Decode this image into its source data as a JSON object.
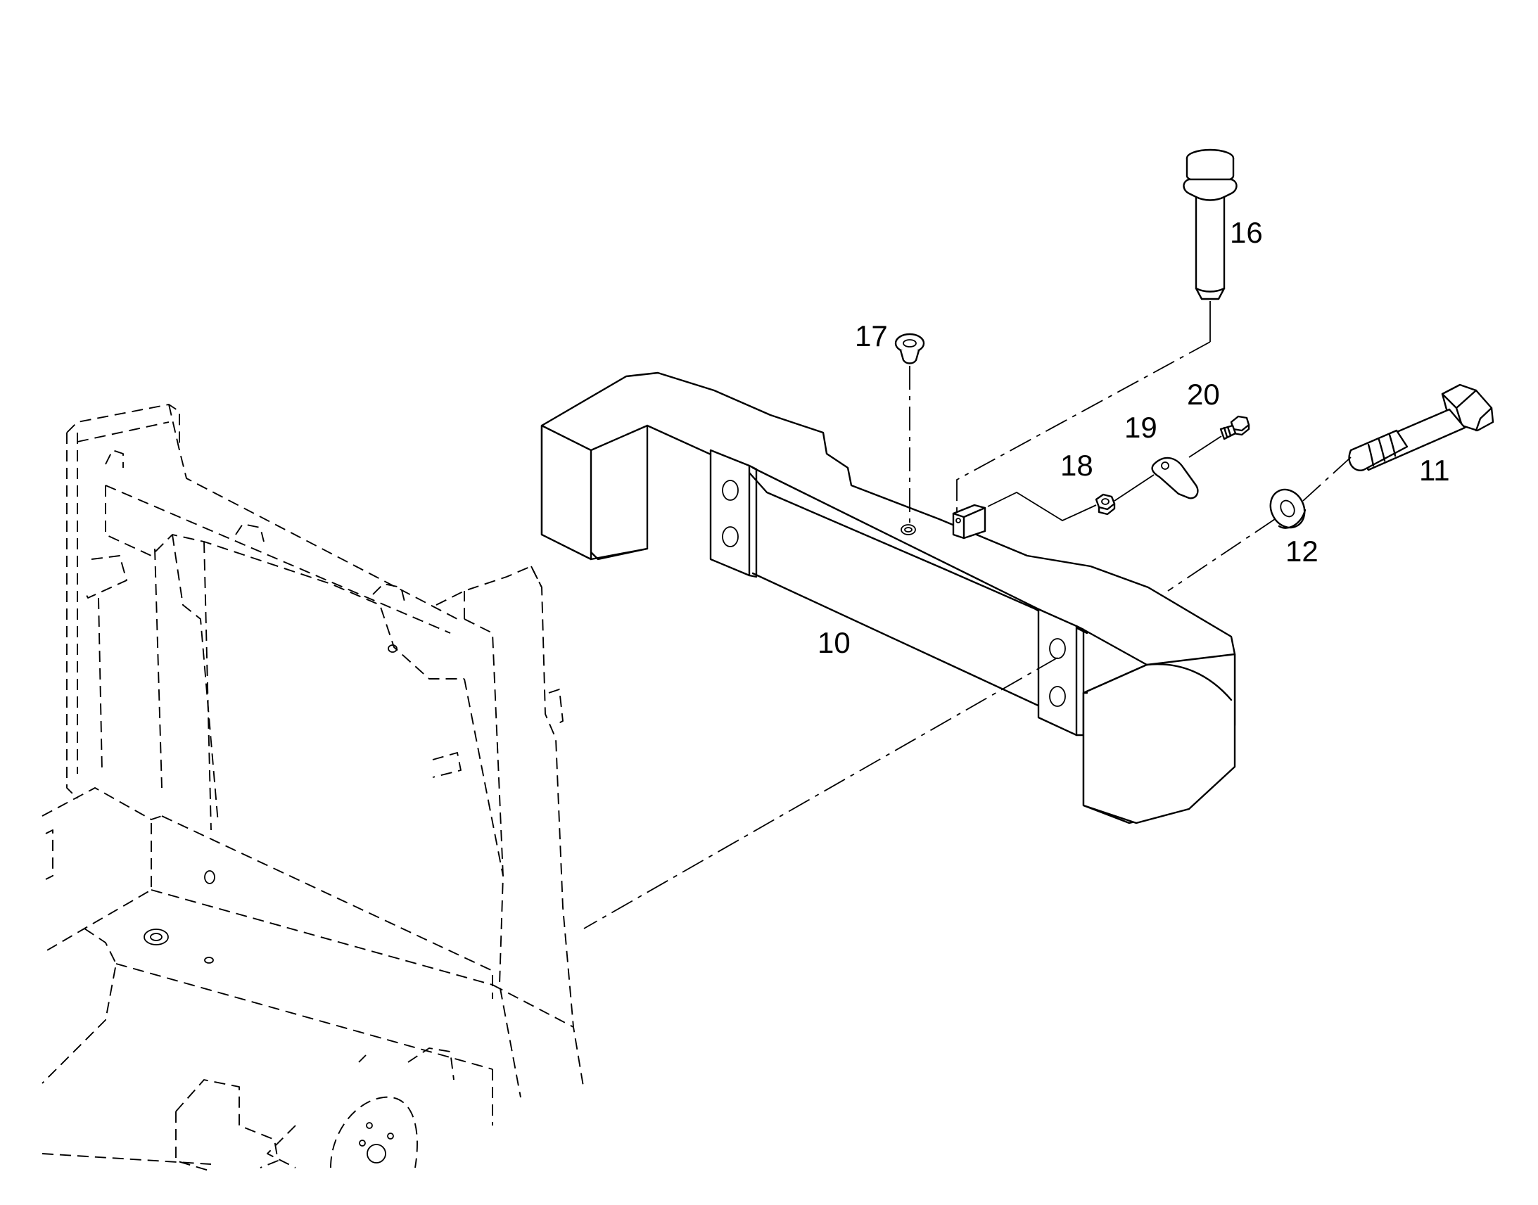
{
  "callouts": {
    "c10": "10",
    "c11": "11",
    "c12": "12",
    "c16": "16",
    "c17": "17",
    "c18": "18",
    "c19": "19",
    "c20": "20"
  }
}
